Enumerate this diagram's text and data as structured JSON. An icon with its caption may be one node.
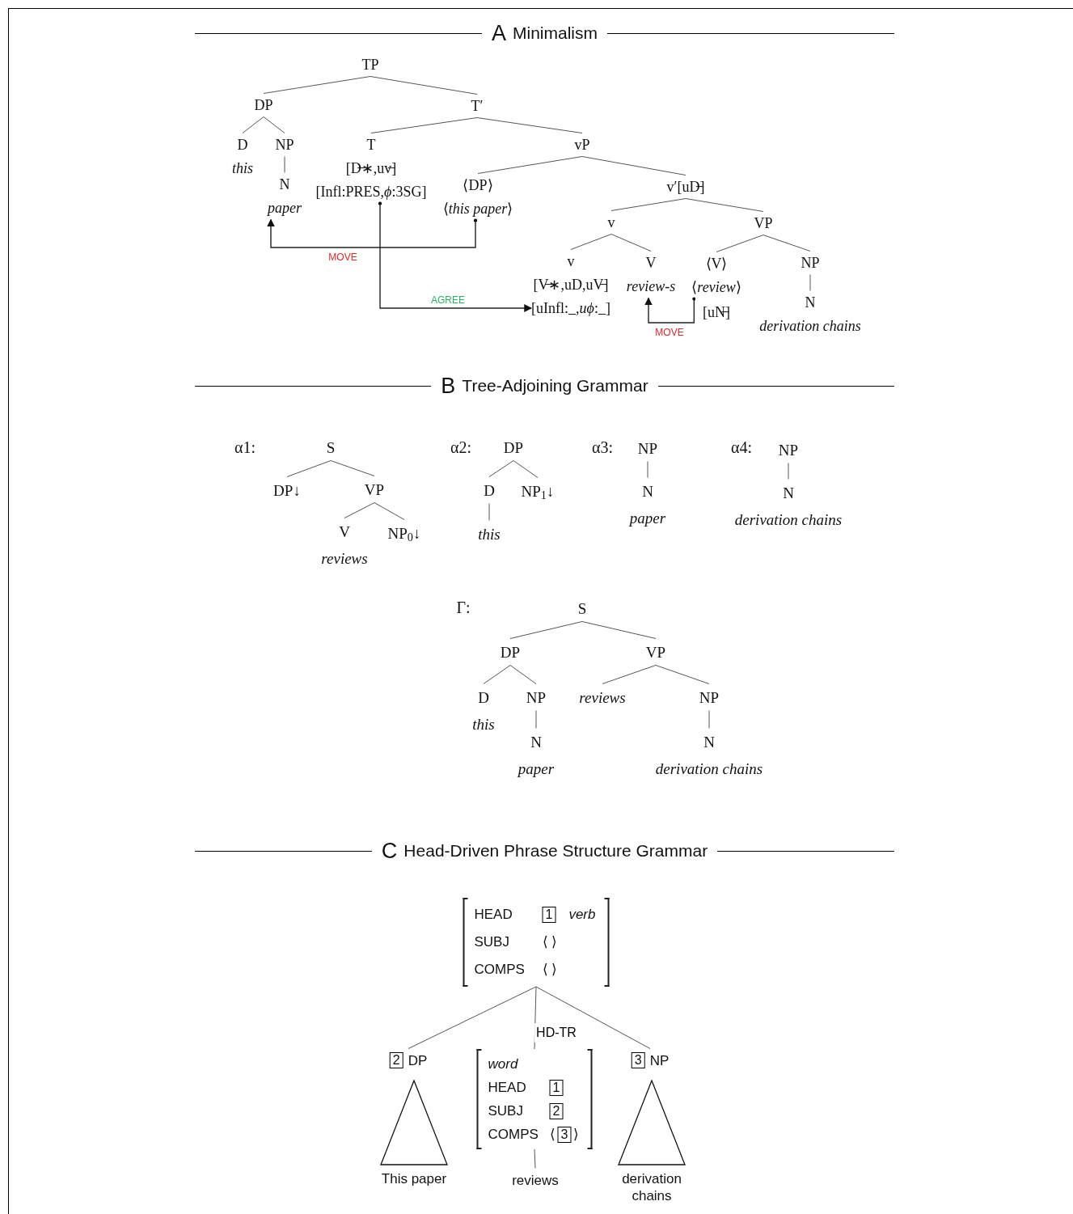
{
  "diagram": {
    "nodes": [
      {
        "text": [
          "TP"
        ]
      },
      {
        "text": [
          "DP"
        ]
      },
      {
        "text": [
          "T′"
        ]
      },
      {
        "text": [
          "D",
          "this"
        ]
      },
      {
        "text": [
          "NP"
        ]
      },
      {
        "text": [
          "N",
          "paper"
        ]
      },
      {
        "text": [
          "T",
          "[D̶∗,uv̶]",
          "[Infl:PRES,*ϕ*:3SG]"
        ]
      },
      {
        "text": [
          "vP"
        ]
      },
      {
        "text": [
          "⟨DP⟩",
          "⟨*this paper*⟩"
        ]
      },
      {
        "text": [
          "v′[uD̶]"
        ]
      },
      {
        "text": [
          "v"
        ]
      },
      {
        "text": [
          "VP"
        ]
      },
      {
        "text": [
          "v",
          "[V̶∗,uD,uV̶]",
          "[uInfl:_,*uϕ*:_]"
        ]
      },
      {
        "text": [
          "V",
          "review-s"
        ]
      },
      {
        "text": [
          "⟨V⟩",
          "⟨*review*⟩"
        ],
        "beside": [
          "[uN̶]"
        ]
      },
      {
        "text": [
          "NP"
        ]
      },
      {
        "text": [
          "N",
          "derivation chains"
        ]
      },
      {
        "text": [
          "S"
        ]
      },
      {
        "text": [
          "DP↓"
        ]
      },
      {
        "text": [
          "VP"
        ]
      },
      {
        "text": [
          "V",
          "reviews"
        ]
      },
      {
        "text": [
          "NP$_{0}$↓"
        ]
      },
      {
        "text": [
          "DP"
        ]
      },
      {
        "text": [
          "D"
        ]
      },
      {
        "text": [
          "this"
        ]
      },
      {
        "text": [
          "NP$_{1}$↓"
        ]
      },
      {
        "text": [
          "NP"
        ]
      },
      {
        "text": [
          "N",
          "paper"
        ]
      },
      {
        "text": [
          "NP"
        ]
      },
      {
        "text": [
          "N",
          "derivation chains"
        ]
      },
      {
        "text": [
          "S"
        ]
      },
      {
        "text": [
          "DP"
        ]
      },
      {
        "text": [
          "VP"
        ]
      },
      {
        "text": [
          "D",
          "this"
        ]
      },
      {
        "text": [
          "NP"
        ]
      },
      {
        "text": [
          "N",
          "paper"
        ]
      },
      {
        "text": [
          "reviews"
        ]
      },
      {
        "text": [
          "NP"
        ]
      },
      {
        "text": [
          "N",
          "derivation chains"
        ]
      },
      {
        "text": [
          "HEAD",
          "1",
          "verb",
          "SUBJ",
          "⟨ ⟩",
          "COMPS",
          "⟨ ⟩"
        ]
      },
      {
        "text": [
          "2",
          "DP"
        ]
      },
      {
        "text": [],
        "shape": "triangle",
        "beside": [
          "This paper"
        ]
      },
      {
        "text": [
          "word",
          "HEAD",
          "1",
          "SUBJ",
          "2",
          "COMPS",
          "⟨",
          "3",
          "⟩"
        ]
      },
      {
        "text": [
          "reviews"
        ]
      },
      {
        "text": [
          "3",
          "NP"
        ]
      },
      {
        "text": [],
        "shape": "triangle",
        "beside": [
          "derivation chains"
        ]
      }
    ],
    "edges": [
      {
        "from": 0,
        "to": 1,
        "arrow": "none"
      },
      {
        "from": 0,
        "to": 2,
        "arrow": "none"
      },
      {
        "from": 1,
        "to": 3,
        "arrow": "none"
      },
      {
        "from": 1,
        "to": 4,
        "arrow": "none"
      },
      {
        "from": 4,
        "to": 5,
        "arrow": "none"
      },
      {
        "from": 2,
        "to": 6,
        "arrow": "none"
      },
      {
        "from": 2,
        "to": 7,
        "arrow": "none"
      },
      {
        "from": 7,
        "to": 8,
        "arrow": "none"
      },
      {
        "from": 7,
        "to": 9,
        "arrow": "none"
      },
      {
        "from": 9,
        "to": 10,
        "arrow": "none"
      },
      {
        "from": 9,
        "to": 11,
        "arrow": "none"
      },
      {
        "from": 10,
        "to": 12,
        "arrow": "none"
      },
      {
        "from": 10,
        "to": 13,
        "arrow": "none"
      },
      {
        "from": 11,
        "to": 14,
        "arrow": "none"
      },
      {
        "from": 11,
        "to": 15,
        "arrow": "none"
      },
      {
        "from": 15,
        "to": 16,
        "arrow": "none"
      },
      {
        "from": 8,
        "to": 5,
        "arrow": "to",
        "label": "MOVE"
      },
      {
        "from": 6,
        "to": 12,
        "arrow": "to",
        "label": "AGREE"
      },
      {
        "from": 14,
        "to": 13,
        "arrow": "to",
        "label": "MOVE"
      },
      {
        "from": 17,
        "to": 18,
        "arrow": "none"
      },
      {
        "from": 17,
        "to": 19,
        "arrow": "none"
      },
      {
        "from": 19,
        "to": 20,
        "arrow": "none"
      },
      {
        "from": 19,
        "to": 21,
        "arrow": "none"
      },
      {
        "from": 22,
        "to": 23,
        "arrow": "none"
      },
      {
        "from": 22,
        "to": 25,
        "arrow": "none"
      },
      {
        "from": 23,
        "to": 24,
        "arrow": "none"
      },
      {
        "from": 26,
        "to": 27,
        "arrow": "none"
      },
      {
        "from": 28,
        "to": 29,
        "arrow": "none"
      },
      {
        "from": 30,
        "to": 31,
        "arrow": "none"
      },
      {
        "from": 30,
        "to": 32,
        "arrow": "none"
      },
      {
        "from": 31,
        "to": 33,
        "arrow": "none"
      },
      {
        "from": 31,
        "to": 34,
        "arrow": "none"
      },
      {
        "from": 34,
        "to": 35,
        "arrow": "none"
      },
      {
        "from": 32,
        "to": 36,
        "arrow": "none"
      },
      {
        "from": 32,
        "to": 37,
        "arrow": "none"
      },
      {
        "from": 37,
        "to": 38,
        "arrow": "none"
      },
      {
        "from": 39,
        "to": 40,
        "arrow": "none"
      },
      {
        "from": 39,
        "to": 42,
        "arrow": "none",
        "label": "HD-TR"
      },
      {
        "from": 39,
        "to": 44,
        "arrow": "none"
      },
      {
        "from": 42,
        "to": 43,
        "arrow": "none"
      }
    ],
    "labels": [
      "A",
      "Minimalism",
      "B",
      "Tree-Adjoining Grammar",
      "α1:",
      "α2:",
      "α3:",
      "α4:",
      "Γ:",
      "C",
      "Head-Driven Phrase Structure Grammar"
    ]
  }
}
